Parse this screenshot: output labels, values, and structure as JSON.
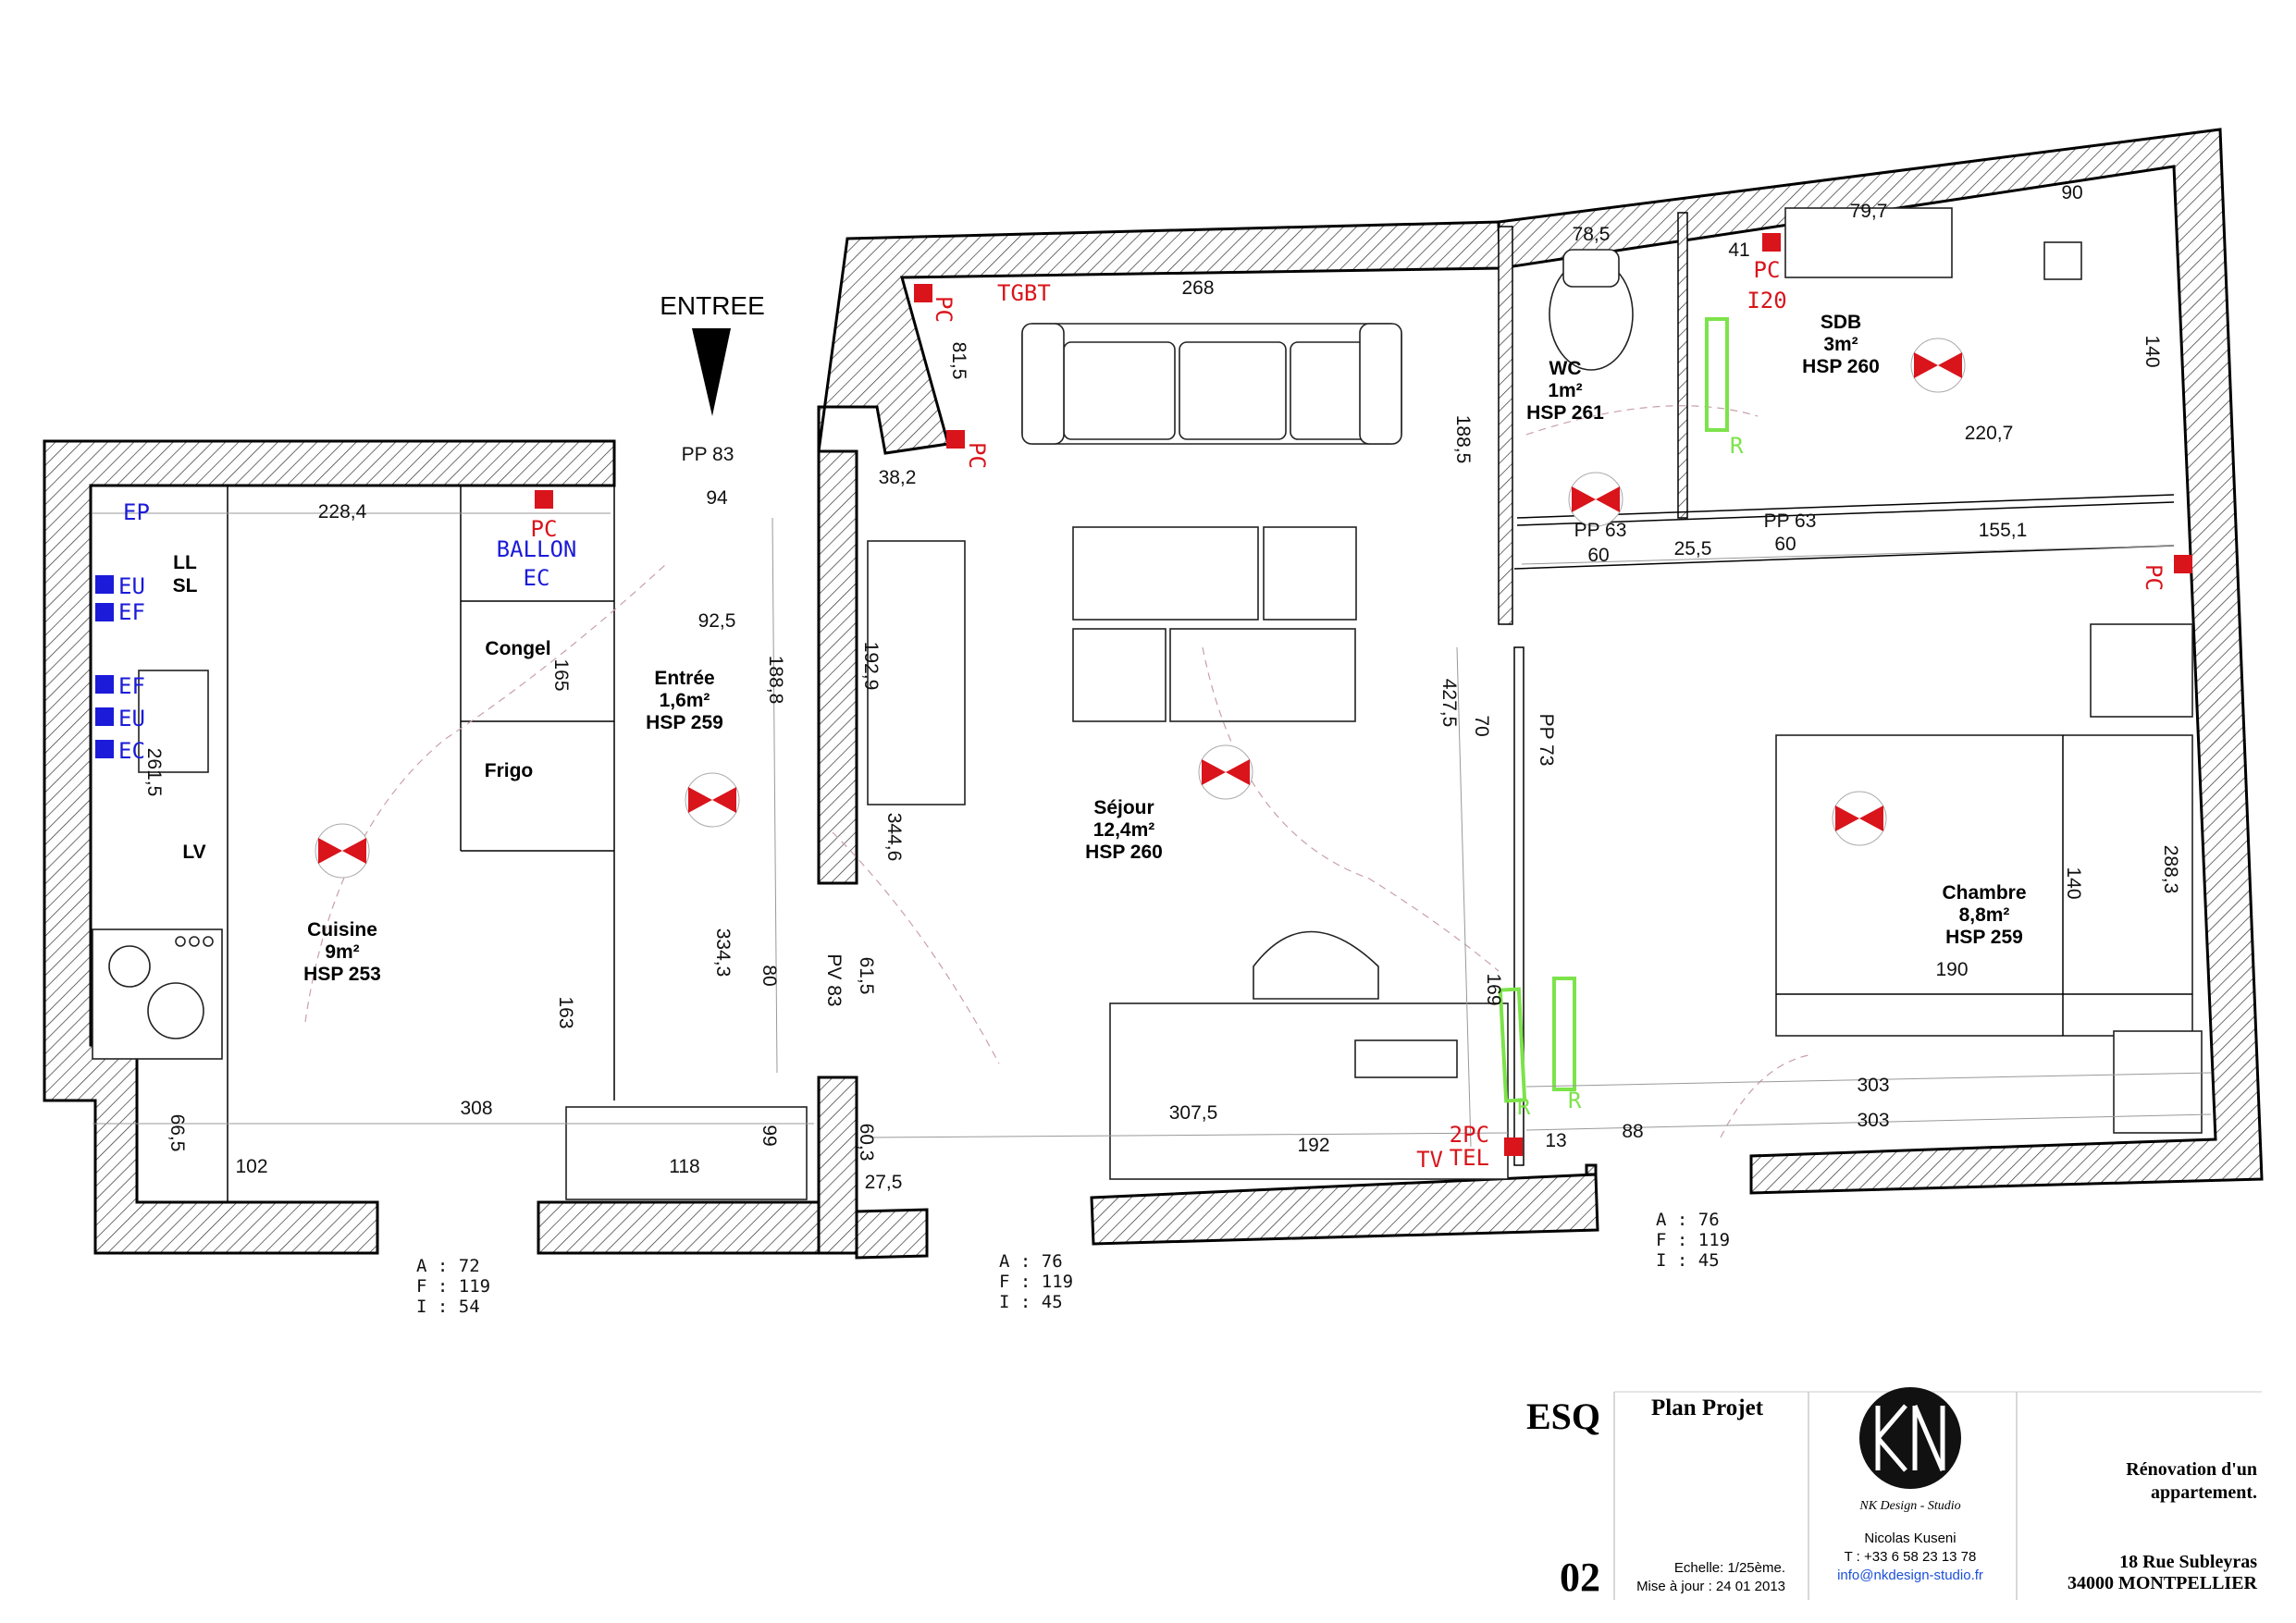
{
  "entrance_label": "ENTREE",
  "rooms": [
    {
      "id": "cuisine",
      "name": "Cuisine",
      "area": "9m²",
      "hsp": "HSP 253"
    },
    {
      "id": "entree",
      "name": "Entrée",
      "area": "1,6m²",
      "hsp": "HSP 259"
    },
    {
      "id": "sejour",
      "name": "Séjour",
      "area": "12,4m²",
      "hsp": "HSP 260"
    },
    {
      "id": "wc",
      "name": "WC",
      "area": "1m²",
      "hsp": "HSP 261"
    },
    {
      "id": "sdb",
      "name": "SDB",
      "area": "3m²",
      "hsp": "HSP 260"
    },
    {
      "id": "chambre",
      "name": "Chambre",
      "area": "8,8m²",
      "hsp": "HSP 259"
    }
  ],
  "labels": {
    "ll": "LL",
    "sl": "SL",
    "lv": "LV",
    "congel": "Congel",
    "frigo": "Frigo",
    "pc": "PC",
    "ballon": "BALLON",
    "ec": "EC",
    "tgbt": "TGBT",
    "i20": "I20",
    "ep": "EP",
    "eu": "EU",
    "ef": "EF",
    "r": "R",
    "tel": "TEL",
    "tv": "TV",
    "pc2": "2PC"
  },
  "dimensions": {
    "d228_4": "228,4",
    "d94": "94",
    "d92_5": "92,5",
    "d188_8": "188,8",
    "d165": "165",
    "d192_9": "192,9",
    "d261_5": "261,5",
    "d344_6": "344,6",
    "d334_3": "334,3",
    "d80": "80",
    "d163": "163",
    "d308": "308",
    "d66_5": "66,5",
    "d102": "102",
    "d118": "118",
    "d99": "99",
    "d38_2": "38,2",
    "pp83": "PP 83",
    "pv83": "PV 83",
    "d61_5": "61,5",
    "d60_3": "60,3",
    "d27_5": "27,5",
    "d307_5": "307,5",
    "d192": "192",
    "d268": "268",
    "d81_5": "81,5",
    "d188_5": "188,5",
    "d427_5": "427,5",
    "d70": "70",
    "d169": "169",
    "d78_5": "78,5",
    "d41": "41",
    "d79_7": "79,7",
    "d90": "90",
    "d140a": "140",
    "d220_7": "220,7",
    "pp63a": "PP 63",
    "pp63b": "PP 63",
    "d60a": "60",
    "d25_5": "25,5",
    "d60b": "60",
    "d155_1": "155,1",
    "pp73": "PP 73",
    "d288_3": "288,3",
    "d140b": "140",
    "d190": "190",
    "d303a": "303",
    "d303b": "303",
    "d13": "13",
    "d88": "88"
  },
  "windows": [
    {
      "a": "A : 72",
      "f": "F : 119",
      "i": "I : 54"
    },
    {
      "a": "A : 76",
      "f": "F : 119",
      "i": "I : 45"
    },
    {
      "a": "A : 76",
      "f": "F : 119",
      "i": "I : 45"
    }
  ],
  "cartouche": {
    "code": "ESQ",
    "number": "02",
    "title": "Plan Projet",
    "scale": "Echelle: 1/25ème.",
    "updated": "Mise à jour : 24 01 2013",
    "studio": "NK Design - Studio",
    "designer": "Nicolas Kuseni",
    "phone": "T : +33 6 58 23 13 78",
    "email": "info@nkdesign-studio.fr",
    "project_line1": "Rénovation d'un",
    "project_line2": "appartement.",
    "address1": "18 Rue Subleyras",
    "address2": "34000 MONTPELLIER"
  },
  "colors": {
    "electric": "#d9141b",
    "plumbing": "#1b1bd9",
    "radiator": "#7ce34a"
  }
}
